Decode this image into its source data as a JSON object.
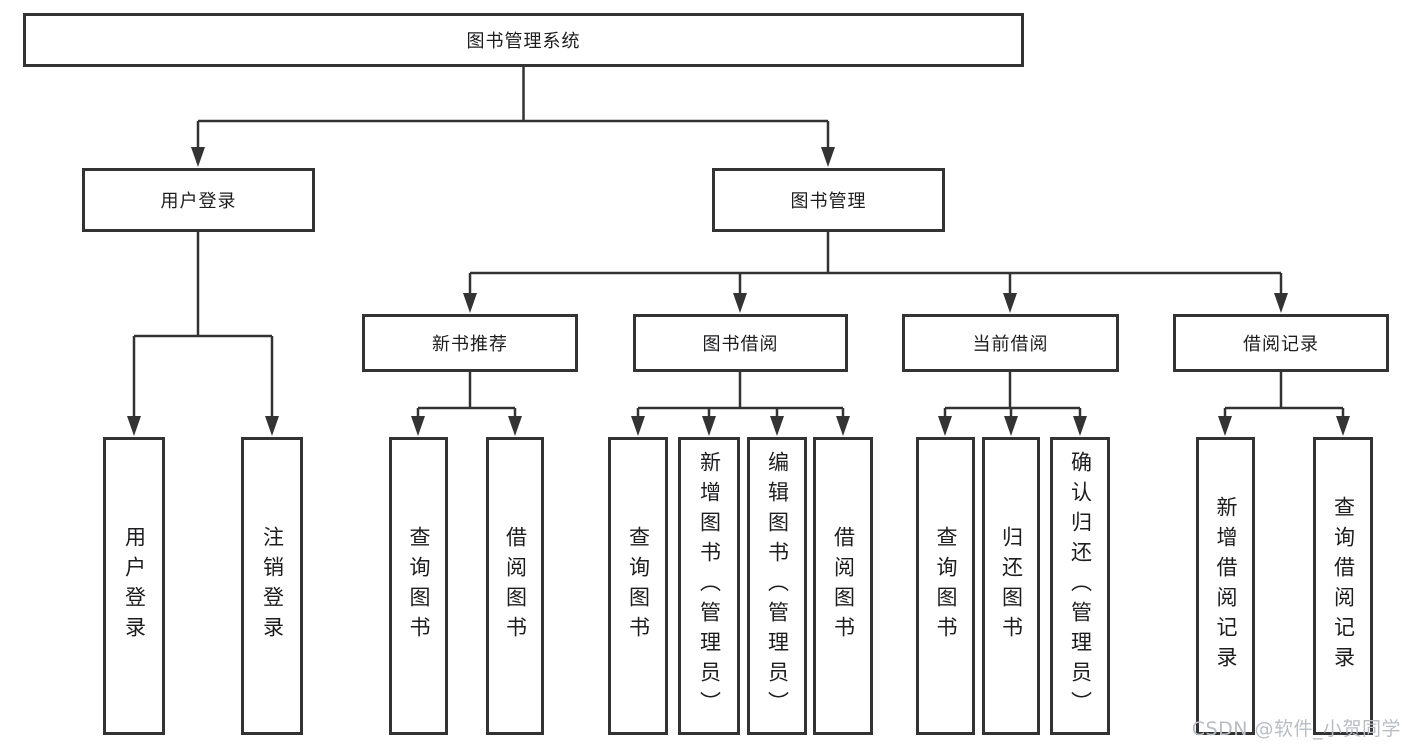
{
  "diagram": {
    "type": "hierarchy-tree",
    "root": {
      "label": "图书管理系统",
      "children": [
        {
          "label": "用户登录",
          "children": [
            {
              "label": "用户登录"
            },
            {
              "label": "注销登录"
            }
          ]
        },
        {
          "label": "图书管理",
          "children": [
            {
              "label": "新书推荐",
              "children": [
                {
                  "label": "查询图书"
                },
                {
                  "label": "借阅图书"
                }
              ]
            },
            {
              "label": "图书借阅",
              "children": [
                {
                  "label": "查询图书"
                },
                {
                  "label": "新增图书（管理员）"
                },
                {
                  "label": "编辑图书（管理员）"
                },
                {
                  "label": "借阅图书"
                }
              ]
            },
            {
              "label": "当前借阅",
              "children": [
                {
                  "label": "查询图书"
                },
                {
                  "label": "归还图书"
                },
                {
                  "label": "确认归还（管理员）"
                }
              ]
            },
            {
              "label": "借阅记录",
              "children": [
                {
                  "label": "新增借阅记录"
                },
                {
                  "label": "查询借阅记录"
                }
              ]
            }
          ]
        }
      ]
    }
  },
  "watermark": "CSDN @软件_小贺同学",
  "colors": {
    "line": "#333333",
    "box_border": "#333333",
    "text": "#1d1d1f",
    "background": "#ffffff",
    "watermark": "#b9bdc4"
  }
}
